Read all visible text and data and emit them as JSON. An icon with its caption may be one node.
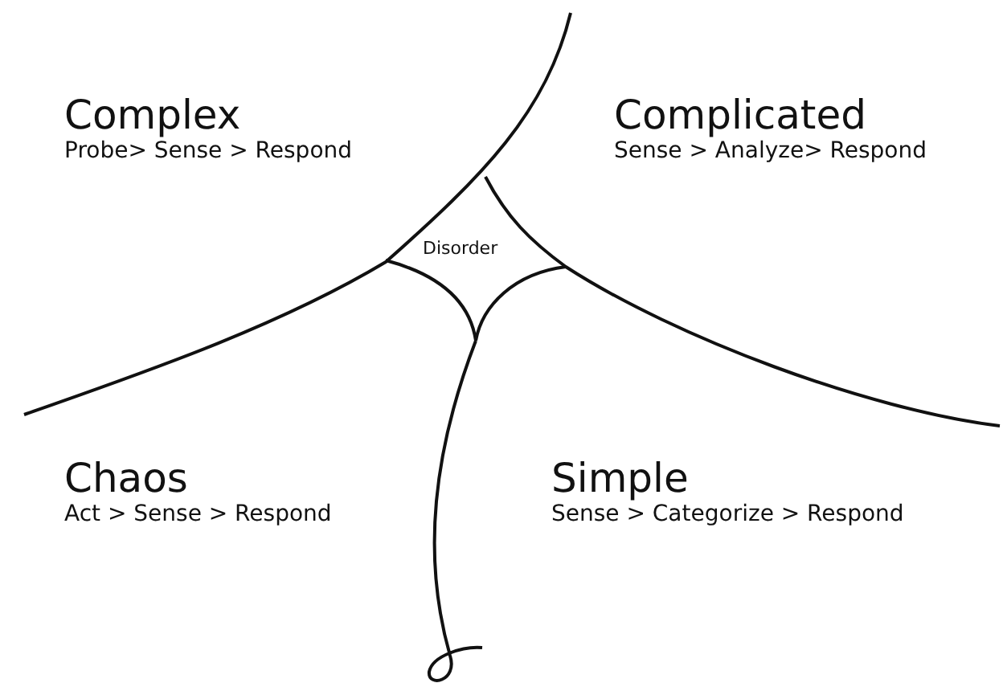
{
  "diagram": {
    "nodes": [
      {
        "text": [
          "Complex",
          "Probe> Sense > Respond"
        ]
      },
      {
        "text": [
          "Complicated",
          "Sense > Analyze> Respond"
        ]
      },
      {
        "text": [
          "Disorder"
        ]
      },
      {
        "text": [
          "Chaos",
          "Act > Sense > Respond"
        ]
      },
      {
        "text": [
          "Simple",
          "Sense > Categorize > Respond"
        ]
      }
    ],
    "edges": []
  }
}
